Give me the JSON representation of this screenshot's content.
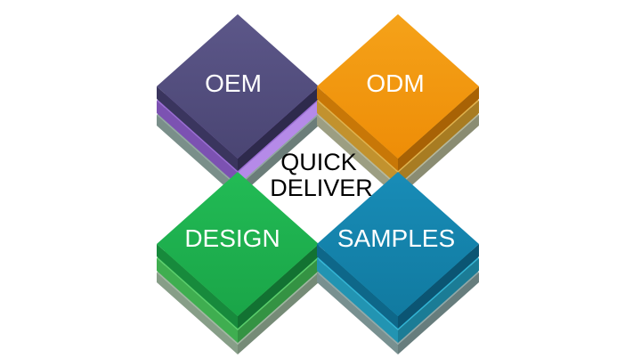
{
  "tiles": [
    {
      "label": "OEM",
      "top_color": "#4f4a7a",
      "top_color_light": "#5f5a8e",
      "side_left": "#3a355e",
      "side_right": "#2e2a4c",
      "layers": [
        "#9b6bd6",
        "#8fa6a0"
      ]
    },
    {
      "label": "ODM",
      "top_color": "#f0950c",
      "top_color_light": "#f7a623",
      "side_left": "#c87707",
      "side_right": "#a86205",
      "layers": [
        "#e2b24a",
        "#b6b89a"
      ]
    },
    {
      "label": "DESIGN",
      "top_color": "#1fae4e",
      "top_color_light": "#24c159",
      "side_left": "#178a3c",
      "side_right": "#127232",
      "layers": [
        "#58d06a",
        "#9fb8a0"
      ]
    },
    {
      "label": "SAMPLES",
      "top_color": "#1380a8",
      "top_color_light": "#1a91bd",
      "side_left": "#0e6789",
      "side_right": "#0b5573",
      "layers": [
        "#2fb5d6",
        "#8fa8a8"
      ]
    }
  ],
  "center": {
    "line1": "QUICK",
    "line2": "DELIVER"
  }
}
